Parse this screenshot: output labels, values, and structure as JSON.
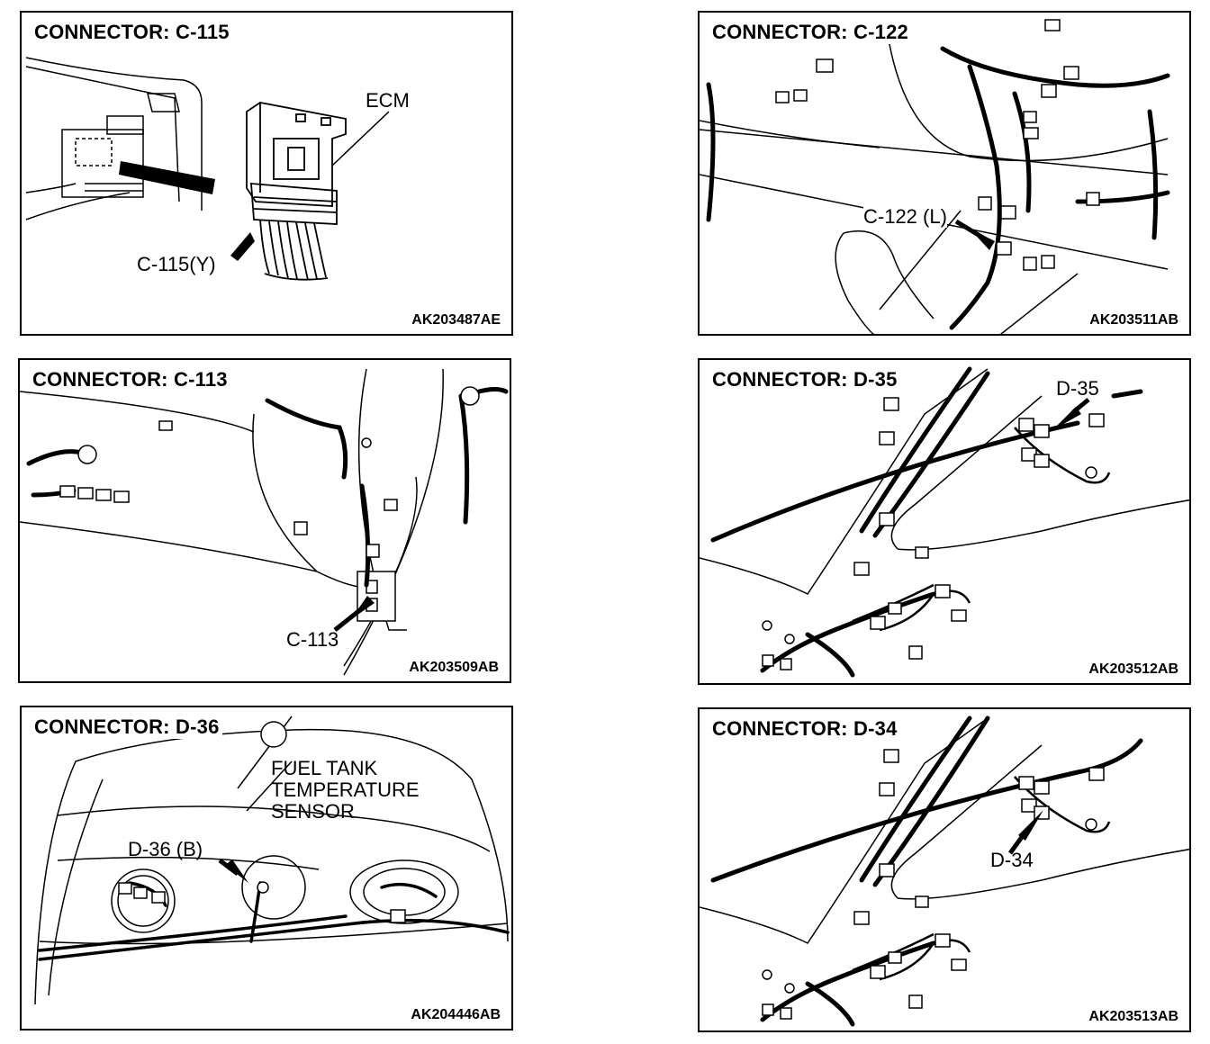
{
  "panels": [
    {
      "title": "CONNECTOR: C-115",
      "code": "AK203487AE",
      "labels": [
        "ECM",
        "C-115(Y)"
      ]
    },
    {
      "title": "CONNECTOR: C-122",
      "code": "AK203511AB",
      "labels": [
        "C-122 (L)"
      ]
    },
    {
      "title": "CONNECTOR: C-113",
      "code": "AK203509AB",
      "labels": [
        "C-113"
      ]
    },
    {
      "title": "CONNECTOR: D-35",
      "code": "AK203512AB",
      "labels": [
        "D-35"
      ]
    },
    {
      "title": "CONNECTOR: D-36",
      "code": "AK204446AB",
      "labels": [
        "FUEL TANK",
        "TEMPERATURE",
        "SENSOR",
        "D-36 (B)"
      ]
    },
    {
      "title": "CONNECTOR: D-34",
      "code": "AK203513AB",
      "labels": [
        "D-34"
      ]
    }
  ]
}
